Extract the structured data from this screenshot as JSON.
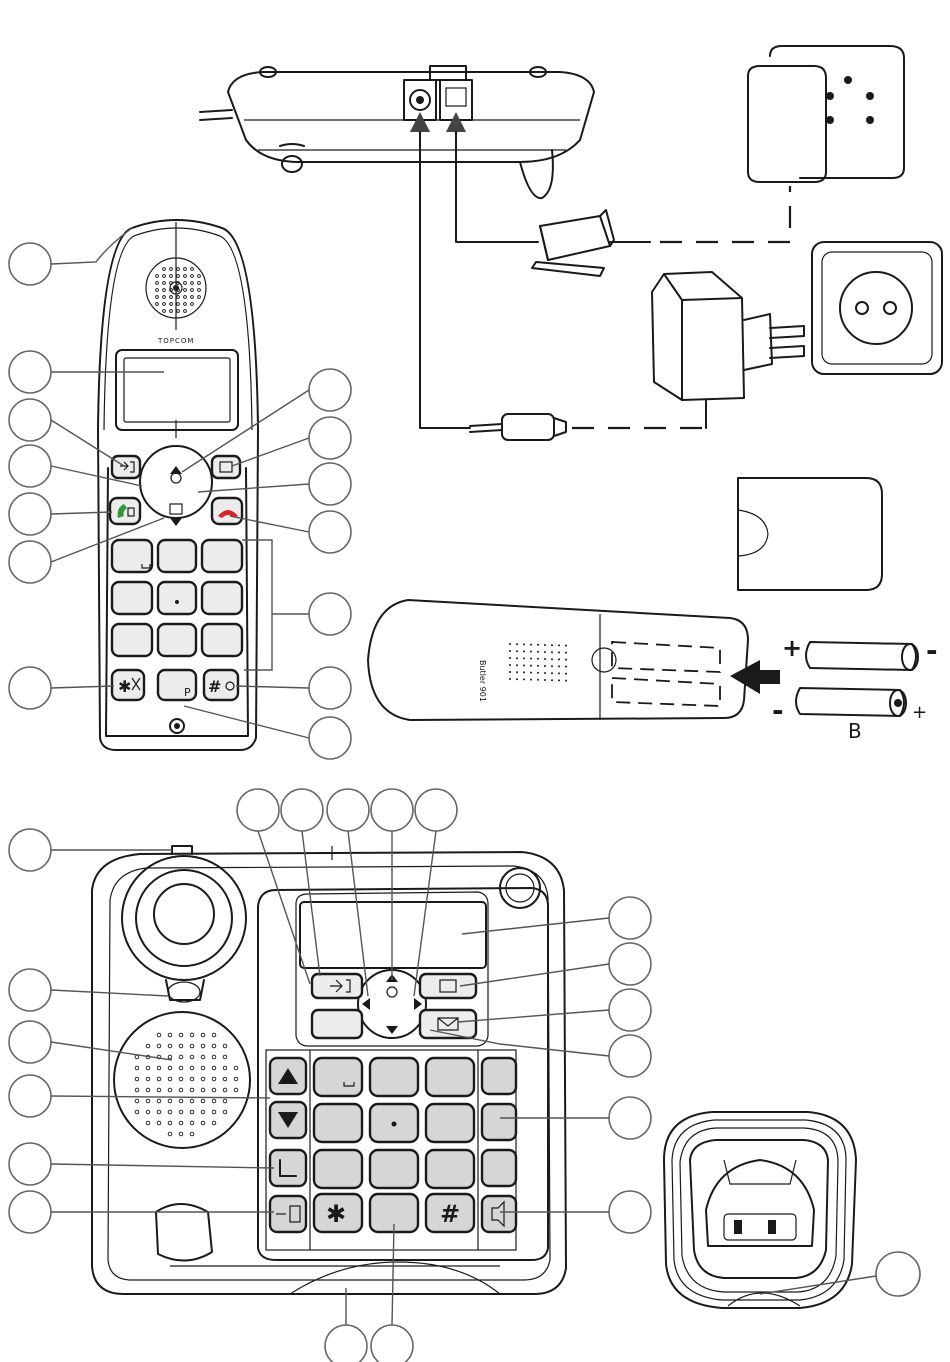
{
  "handset": {
    "brand_text": "TOPCOM",
    "pause_key_text": "P"
  },
  "battery": {
    "label_b": "B",
    "plus_top": "+",
    "minus_top": "-",
    "minus_bottom": "-",
    "plus_bottom": "+",
    "handset_side_text": "Butler 901"
  },
  "base": {
    "star_key": "✱",
    "hash_key": "#"
  },
  "colors": {
    "green_call": "#2e9a3a",
    "red_hangup": "#d7262b",
    "line": "#1a1a1a",
    "callout": "#666666"
  }
}
